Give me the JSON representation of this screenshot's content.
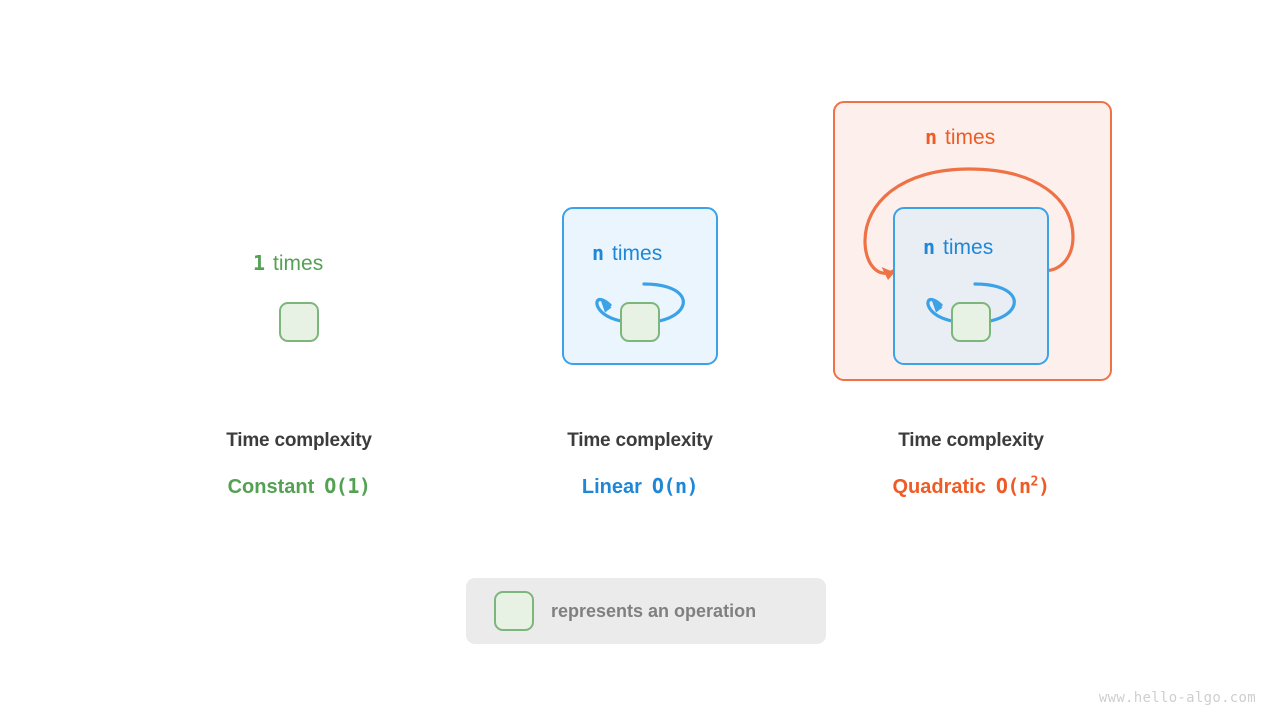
{
  "page": {
    "background": "#ffffff",
    "watermark": "www.hello-algo.com"
  },
  "colors": {
    "green": "#54a154",
    "green_border": "#7db67d",
    "green_fill": "#e8f2e4",
    "blue": "#1f87d8",
    "blue_border": "#3ba2e8",
    "blue_fill": "#eaf5fd",
    "blue_inner_fill": "#e9eef4",
    "orange": "#ef5b25",
    "orange_border": "#ee7246",
    "orange_fill": "#fdf0ec",
    "label_dark": "#3c3c3c",
    "legend_bg": "#ebebeb",
    "legend_text": "#808080"
  },
  "columns": [
    {
      "id": "constant",
      "loop_count": "1",
      "loop_word": "times",
      "title": "Time complexity",
      "complexity_name": "Constant",
      "complexity_bigo": "O(1)",
      "bigo_base": "O(1)",
      "bigo_sup": ""
    },
    {
      "id": "linear",
      "loop_count": "n",
      "loop_word": "times",
      "title": "Time complexity",
      "complexity_name": "Linear",
      "complexity_bigo": "O(n)",
      "bigo_base": "O(n)",
      "bigo_sup": ""
    },
    {
      "id": "quadratic",
      "outer_loop_count": "n",
      "outer_loop_word": "times",
      "inner_loop_count": "n",
      "inner_loop_word": "times",
      "title": "Time complexity",
      "complexity_name": "Quadratic",
      "complexity_bigo": "O(n2)",
      "bigo_base": "O(n",
      "bigo_sup": "2",
      "bigo_tail": ")"
    }
  ],
  "legend": {
    "swatch": "operation-square",
    "text": "represents an operation"
  },
  "icons": {
    "operation_square": "rounded-square-icon",
    "loop_arrow": "loop-arrow-icon"
  }
}
